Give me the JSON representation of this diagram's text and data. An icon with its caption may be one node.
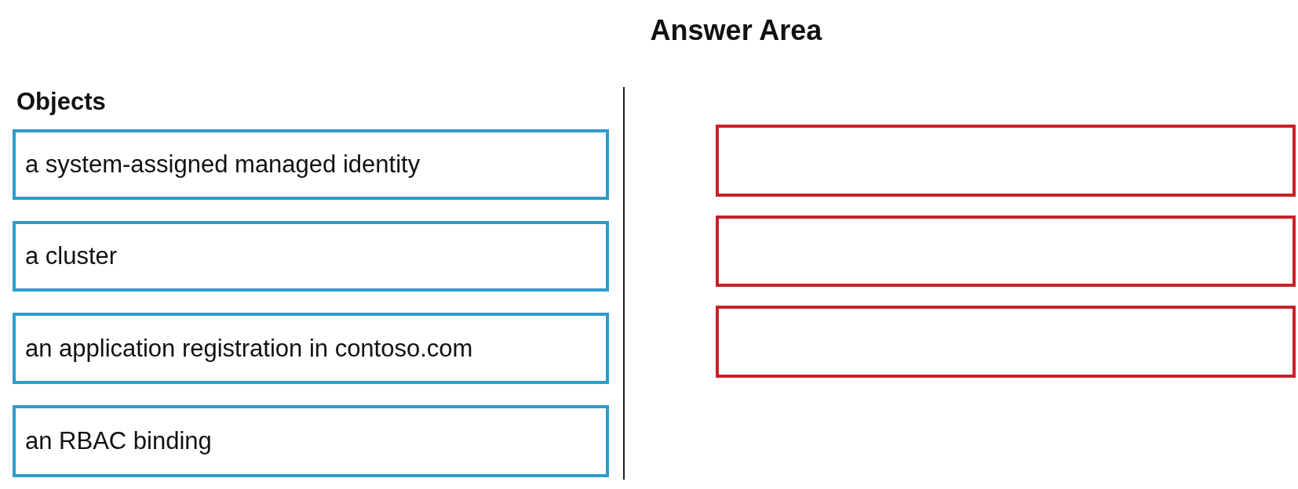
{
  "diagram": {
    "title": "Answer Area",
    "nodes": [
      {
        "text": [
          "a system-assigned managed identity"
        ]
      },
      {
        "text": [
          "a cluster"
        ]
      },
      {
        "text": [
          "an application registration in contoso.com"
        ]
      },
      {
        "text": [
          "an RBAC binding"
        ]
      },
      {
        "text": [],
        "shape": "box"
      },
      {
        "text": [],
        "shape": "box"
      },
      {
        "text": [],
        "shape": "box"
      }
    ],
    "labels": [
      "Objects"
    ]
  }
}
